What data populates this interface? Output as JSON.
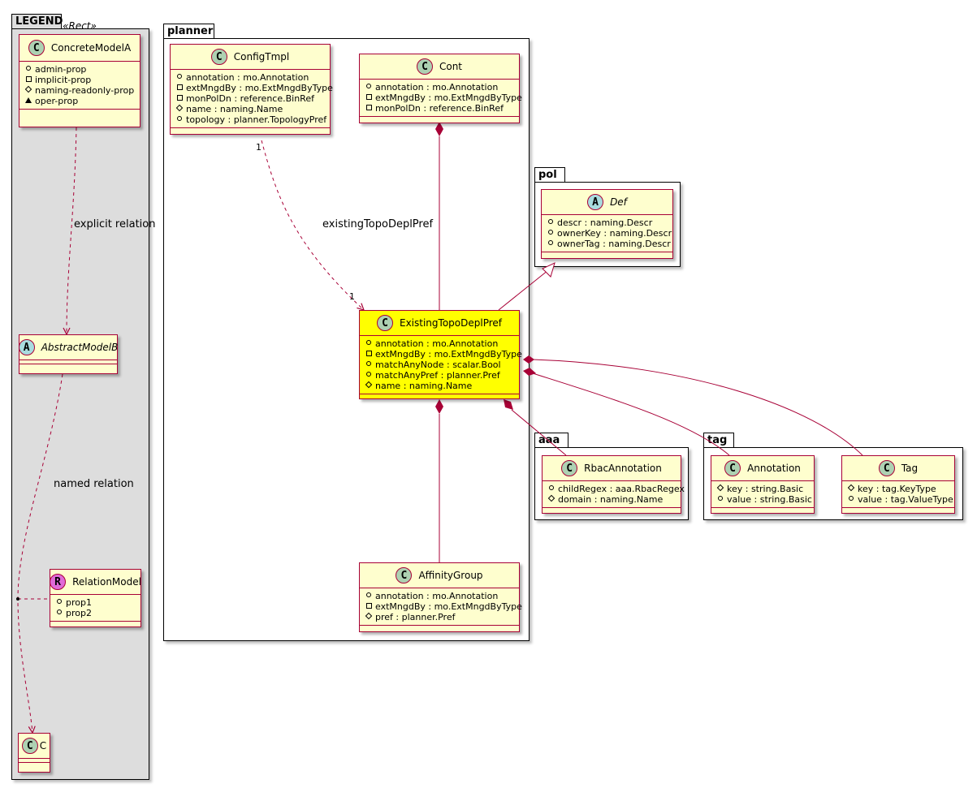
{
  "packages": {
    "legend": "LEGEND",
    "planner": "planner",
    "pol": "pol",
    "aaa": "aaa",
    "tag": "tag"
  },
  "legend": {
    "stereotype": "«Rect»",
    "concrete": {
      "kind": "C",
      "name": "ConcreteModelA",
      "fields": [
        {
          "vis": "pub",
          "text": "admin-prop"
        },
        {
          "vis": "priv",
          "text": "implicit-prop"
        },
        {
          "vis": "prot",
          "text": "naming-readonly-prop"
        },
        {
          "vis": "pkg",
          "text": "oper-prop"
        }
      ]
    },
    "abstract": {
      "kind": "A",
      "name": "AbstractModelB"
    },
    "relation": {
      "kind": "R",
      "name": "RelationModel",
      "fields": [
        {
          "vis": "pub",
          "text": "prop1"
        },
        {
          "vis": "pub",
          "text": "prop2"
        }
      ]
    },
    "c": {
      "kind": "C",
      "name": "C"
    },
    "explicit_label": "explicit relation",
    "named_label": "named relation"
  },
  "classes": {
    "configtmpl": {
      "kind": "C",
      "name": "ConfigTmpl",
      "fields": [
        {
          "vis": "pub",
          "text": "annotation : mo.Annotation"
        },
        {
          "vis": "priv",
          "text": "extMngdBy : mo.ExtMngdByType"
        },
        {
          "vis": "priv",
          "text": "monPolDn : reference.BinRef"
        },
        {
          "vis": "prot",
          "text": "name : naming.Name"
        },
        {
          "vis": "pub",
          "text": "topology : planner.TopologyPref"
        }
      ]
    },
    "cont": {
      "kind": "C",
      "name": "Cont",
      "fields": [
        {
          "vis": "pub",
          "text": "annotation : mo.Annotation"
        },
        {
          "vis": "priv",
          "text": "extMngdBy : mo.ExtMngdByType"
        },
        {
          "vis": "priv",
          "text": "monPolDn : reference.BinRef"
        }
      ]
    },
    "def": {
      "kind": "A",
      "name": "Def",
      "fields": [
        {
          "vis": "pub",
          "text": "descr : naming.Descr"
        },
        {
          "vis": "pub",
          "text": "ownerKey : naming.Descr"
        },
        {
          "vis": "pub",
          "text": "ownerTag : naming.Descr"
        }
      ]
    },
    "existing": {
      "kind": "C",
      "name": "ExistingTopoDeplPref",
      "fields": [
        {
          "vis": "pub",
          "text": "annotation : mo.Annotation"
        },
        {
          "vis": "priv",
          "text": "extMngdBy : mo.ExtMngdByType"
        },
        {
          "vis": "pub",
          "text": "matchAnyNode : scalar.Bool"
        },
        {
          "vis": "pub",
          "text": "matchAnyPref : planner.Pref"
        },
        {
          "vis": "prot",
          "text": "name : naming.Name"
        }
      ]
    },
    "rbac": {
      "kind": "C",
      "name": "RbacAnnotation",
      "fields": [
        {
          "vis": "pub",
          "text": "childRegex : aaa.RbacRegex"
        },
        {
          "vis": "prot",
          "text": "domain : naming.Name"
        }
      ]
    },
    "annotation": {
      "kind": "C",
      "name": "Annotation",
      "fields": [
        {
          "vis": "prot",
          "text": "key : string.Basic"
        },
        {
          "vis": "pub",
          "text": "value : string.Basic"
        }
      ]
    },
    "tag": {
      "kind": "C",
      "name": "Tag",
      "fields": [
        {
          "vis": "prot",
          "text": "key : tag.KeyType"
        },
        {
          "vis": "pub",
          "text": "value : tag.ValueType"
        }
      ]
    },
    "affinity": {
      "kind": "C",
      "name": "AffinityGroup",
      "fields": [
        {
          "vis": "pub",
          "text": "annotation : mo.Annotation"
        },
        {
          "vis": "priv",
          "text": "extMngdBy : mo.ExtMngdByType"
        },
        {
          "vis": "prot",
          "text": "pref : planner.Pref"
        }
      ]
    }
  },
  "relations": {
    "existing_label": "existingTopoDeplPref",
    "mult_source": "1",
    "mult_target": "1"
  },
  "colors": {
    "class_fill": "#fefece",
    "class_border": "#a80036",
    "highlight_fill": "#ffff00",
    "legend_fill": "#dddddd",
    "link": "#a80036"
  }
}
